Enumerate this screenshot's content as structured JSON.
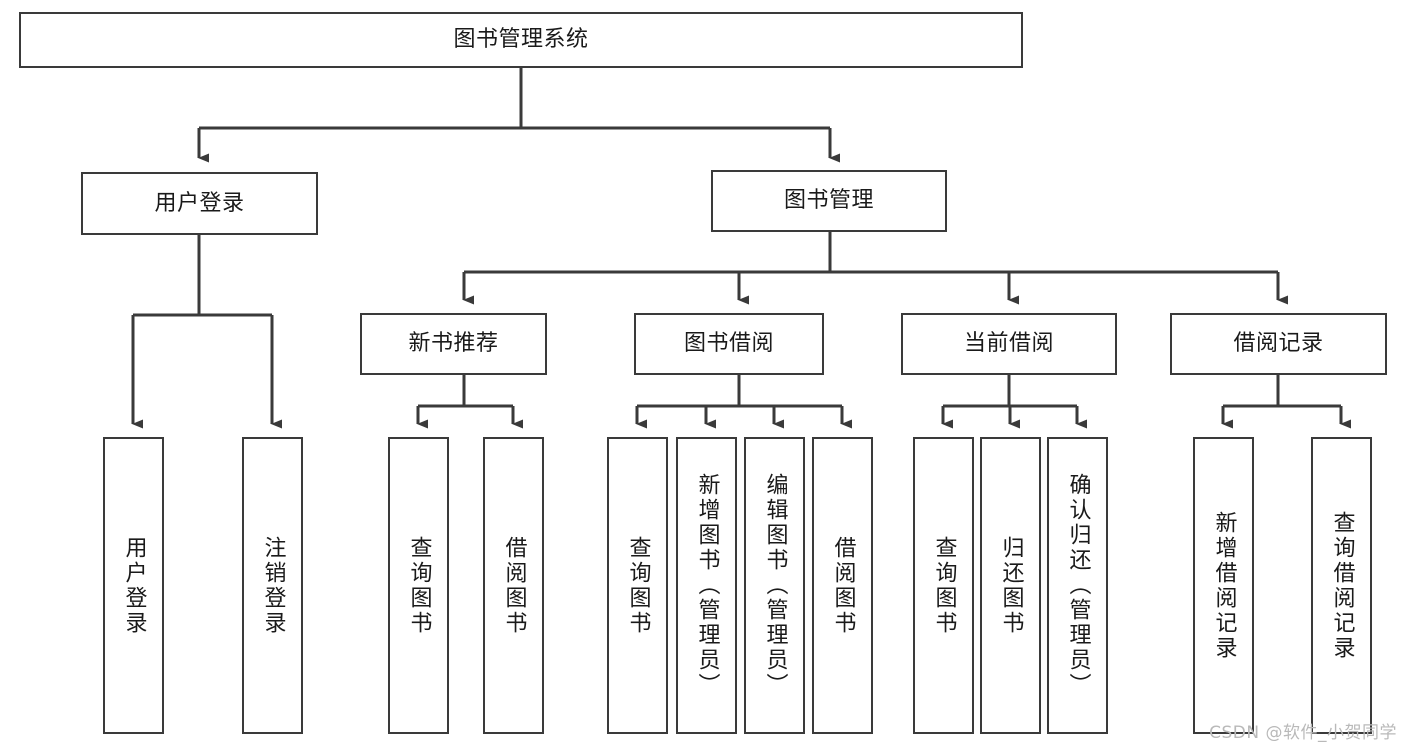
{
  "diagram": {
    "type": "hierarchy-tree",
    "title": "图书管理系统",
    "watermark": "CSDN @软件_小贺同学",
    "colors": {
      "box_border": "#3a3a3a",
      "box_fill": "#ffffff",
      "connector": "#3a3a3a",
      "text": "#1a1a1a",
      "watermark": "#b9b9b9"
    },
    "nodes": {
      "root": {
        "label": "图书管理系统"
      },
      "level2": [
        {
          "id": "user-login",
          "label": "用户登录"
        },
        {
          "id": "book-management",
          "label": "图书管理"
        }
      ],
      "level3": [
        {
          "id": "new-book-recommend",
          "label": "新书推荐"
        },
        {
          "id": "book-borrow",
          "label": "图书借阅"
        },
        {
          "id": "current-borrow",
          "label": "当前借阅"
        },
        {
          "id": "borrow-record",
          "label": "借阅记录"
        }
      ],
      "leaves": {
        "user_login": [
          {
            "id": "leaf-user-login",
            "label": "用户登录"
          },
          {
            "id": "leaf-logout-login",
            "label": "注销登录"
          }
        ],
        "new_book_recommend": [
          {
            "id": "leaf-query-book-1",
            "label": "查询图书"
          },
          {
            "id": "leaf-borrow-book-1",
            "label": "借阅图书"
          }
        ],
        "book_borrow": [
          {
            "id": "leaf-query-book-2",
            "label": "查询图书"
          },
          {
            "id": "leaf-add-book",
            "label": "新增图书（管理员）"
          },
          {
            "id": "leaf-edit-book",
            "label": "编辑图书（管理员）"
          },
          {
            "id": "leaf-borrow-book-2",
            "label": "借阅图书"
          }
        ],
        "current_borrow": [
          {
            "id": "leaf-query-book-3",
            "label": "查询图书"
          },
          {
            "id": "leaf-return-book",
            "label": "归还图书"
          },
          {
            "id": "leaf-confirm-return",
            "label": "确认归还（管理员）"
          }
        ],
        "borrow_record": [
          {
            "id": "leaf-add-borrow-record",
            "label": "新增借阅记录"
          },
          {
            "id": "leaf-query-borrow-record",
            "label": "查询借阅记录"
          }
        ]
      }
    }
  }
}
